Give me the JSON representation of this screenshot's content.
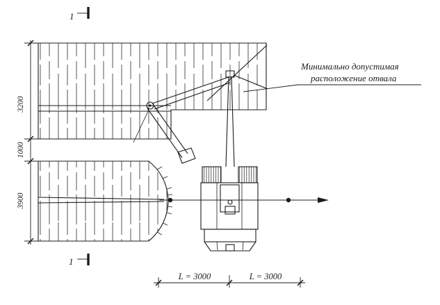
{
  "colors": {
    "ink": "#1b1b1b",
    "paper": "#ffffff"
  },
  "labels": {
    "section_top": "1",
    "section_bottom": "1",
    "dim_3200": "3200",
    "dim_1000": "1000",
    "dim_3900": "3900",
    "dim_L_left": "L = 3000",
    "dim_L_right": "L = 3000",
    "annotation_line1": "Минимально допустимая",
    "annotation_line2": "расположение отвала"
  }
}
